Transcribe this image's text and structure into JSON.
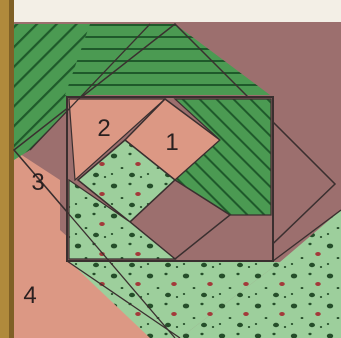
{
  "labels": {
    "piece_1": "1",
    "piece_2": "2",
    "piece_3": "3",
    "piece_4": "4"
  },
  "colors": {
    "paper": "#f3efe6",
    "frame_wood": "#b08a3c",
    "mauve": "#9c6f6e",
    "salmon": "#dc9884",
    "green_stripe": "#4b9a52",
    "green_stripe_dark": "#1f5a2b",
    "green_light": "#9dcf9c",
    "speckle_dark": "#254e2a",
    "speckle_red": "#a33a3a",
    "outline": "#3a2f2f"
  }
}
